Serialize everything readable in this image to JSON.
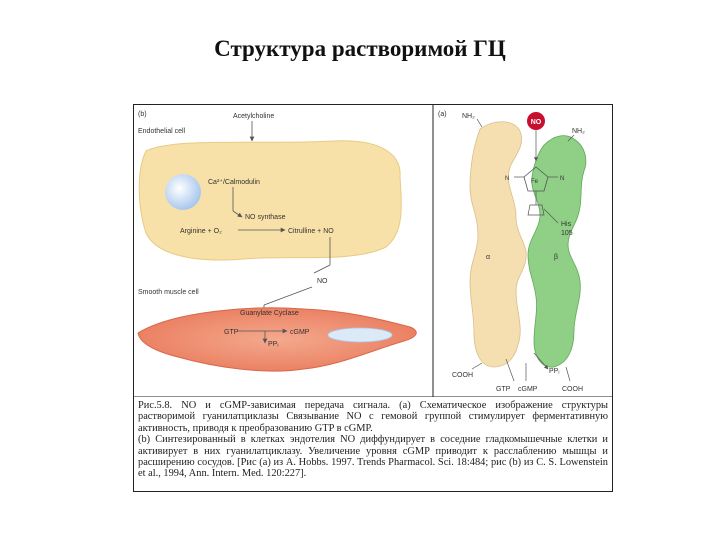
{
  "slide": {
    "title": "Структура растворимой ГЦ"
  },
  "panel_b": {
    "tag": "(b)",
    "acetylcholine": "Acetylcholine",
    "endothelial_cell": "Endothelial cell",
    "calmodulin": "Ca²⁺/Calmodulin",
    "no_synthase": "NO synthase",
    "reactants": "Arginine + O₂",
    "products": "Citrulline + NO",
    "no": "NO",
    "smooth_muscle_cell": "Smooth muscle cell",
    "guanylate_cyclase": "Guanylate Cyclase",
    "gtp": "GTP",
    "cgmp": "cGMP",
    "ppi": "PPᵢ"
  },
  "panel_a": {
    "tag": "(a)",
    "nh2_left": "NH₂",
    "no_badge": "NO",
    "nh2_right": "NH₂",
    "fe": "Fe",
    "n_left": "N",
    "n_right": "N",
    "his": "His",
    "his_num": "105",
    "alpha": "α",
    "beta": "β",
    "cooh_left": "COOH",
    "ppi": "PPᵢ",
    "gtp": "GTP",
    "cgmp": "cGMP",
    "cooh_right": "COOH"
  },
  "caption": {
    "line1": "Рис.5.8. NO и cGMP-зависимая передача сигнала. (а) Схематическое изображение структуры растворимой гуанилатциклазы Связывание NO с гемовой группой стимулирует ферментативную активность, приводя к преобразованию GTP в cGMP.",
    "line2": "(b) Синтезированный в клетках эндотелия NO диффундирует в соседние гладкомышечные клетки и активирует в них гуанилатциклазу. Увеличение уровня cGMP приводит к расслаблению мышцы и расширению сосудов. [Рис (а) из A. Hobbs. 1997. Trends Pharmacol. Sci. 18:484; рис (b) из C. S. Lowenstein et al., 1994, Ann. Intern. Med. 120:227]."
  },
  "colors": {
    "endothelial": "#f7e1a8",
    "smooth_muscle": "#ef8a6c",
    "alpha_subunit": "#f5deb0",
    "beta_subunit": "#8fcf86",
    "no_badge": "#c8102e",
    "nucleus": "#c9ddf5"
  }
}
